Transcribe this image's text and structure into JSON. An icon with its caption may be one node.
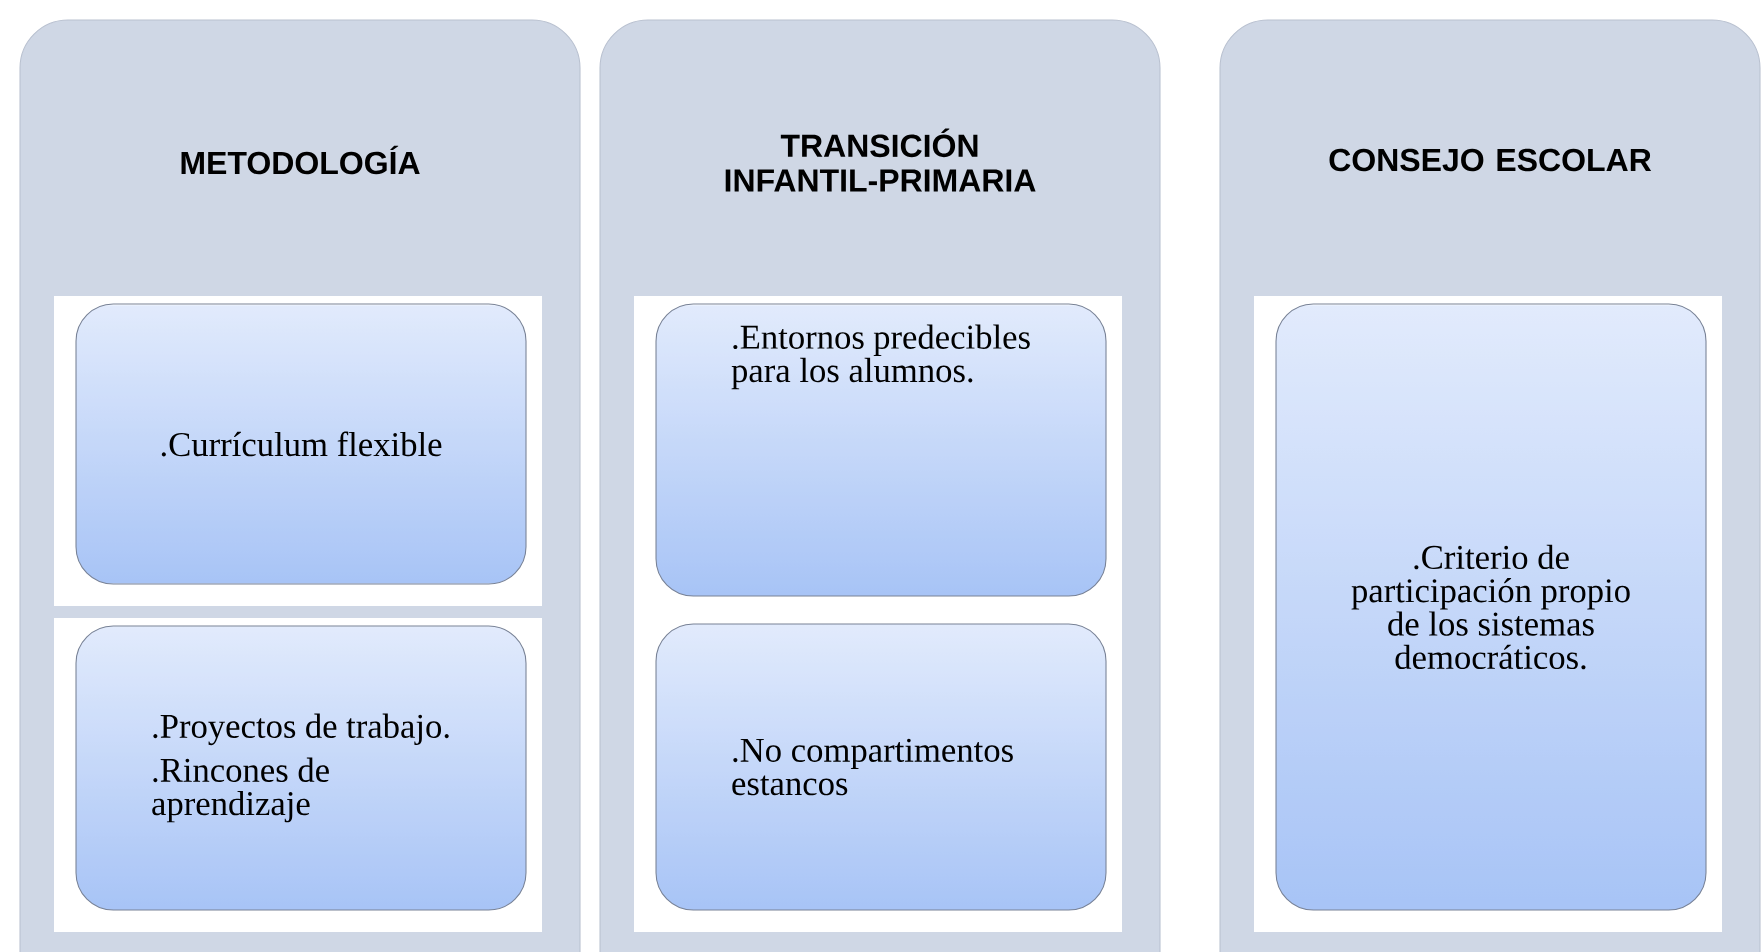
{
  "diagram": {
    "nodes": [
      {
        "text": [
          "METODOLOGÍA"
        ]
      },
      {
        "text": [
          ".Currículum flexible"
        ],
        "in": 0
      },
      {
        "text": [
          ".Proyectos de trabajo.",
          ".Rincones de aprendizaje"
        ],
        "in": 0
      },
      {
        "text": [
          "TRANSICIÓN INFANTIL-PRIMARIA"
        ]
      },
      {
        "text": [
          ".Entornos predecibles para los alumnos."
        ],
        "in": 3
      },
      {
        "text": [
          ".No compartimentos estancos"
        ],
        "in": 3
      },
      {
        "text": [
          "CONSEJO ESCOLAR"
        ]
      },
      {
        "text": [
          ".Criterio de participación propio de los sistemas democráticos."
        ],
        "in": 6
      }
    ]
  }
}
